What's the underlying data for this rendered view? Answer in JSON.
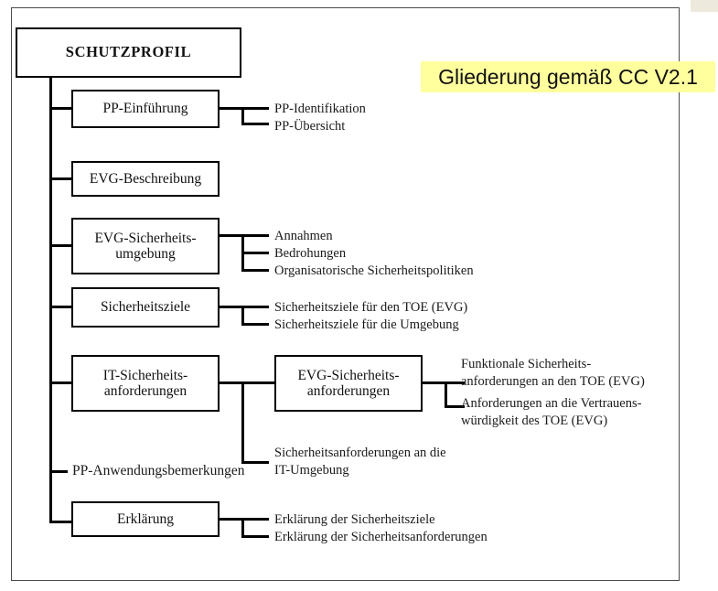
{
  "slide": {
    "caption_highlight": "Gliederung gemäß CC V2.1",
    "highlight_color": "#ffff9e",
    "frame_color": "#4b4b4b",
    "line_color": "#000000"
  },
  "diagram": {
    "type": "tree",
    "root": {
      "label": "SCHUTZPROFIL"
    },
    "branches": [
      {
        "label": "PP-Einführung",
        "leaves": [
          "PP-Identifikation",
          "PP-Übersicht"
        ]
      },
      {
        "label": "EVG-Beschreibung",
        "leaves": []
      },
      {
        "label": "EVG-Sicherheits-\numgebung",
        "leaves": [
          "Annahmen",
          "Bedrohungen",
          "Organisatorische Sicherheitspolitiken"
        ]
      },
      {
        "label": "Sicherheitsziele",
        "leaves": [
          "Sicherheitsziele für den TOE (EVG)",
          "Sicherheitsziele für die Umgebung"
        ]
      },
      {
        "label": "IT-Sicherheits-\nanforderungen",
        "sub_node": {
          "label": "EVG-Sicherheits-\nanforderungen",
          "leaves": [
            "Funktionale Sicherheits-\nanforderungen an den TOE (EVG)",
            "Anforderungen an die Vertrauens-\nwürdigkeit des TOE (EVG)"
          ]
        },
        "leaves": [
          "Sicherheitsanforderungen an die\nIT-Umgebung"
        ]
      },
      {
        "label": "PP-Anwendungsbemerkungen",
        "leaves": []
      },
      {
        "label": "Erklärung",
        "leaves": [
          "Erklärung der Sicherheitsziele",
          "Erklärung der Sicherheitsanforderungen"
        ]
      }
    ]
  }
}
